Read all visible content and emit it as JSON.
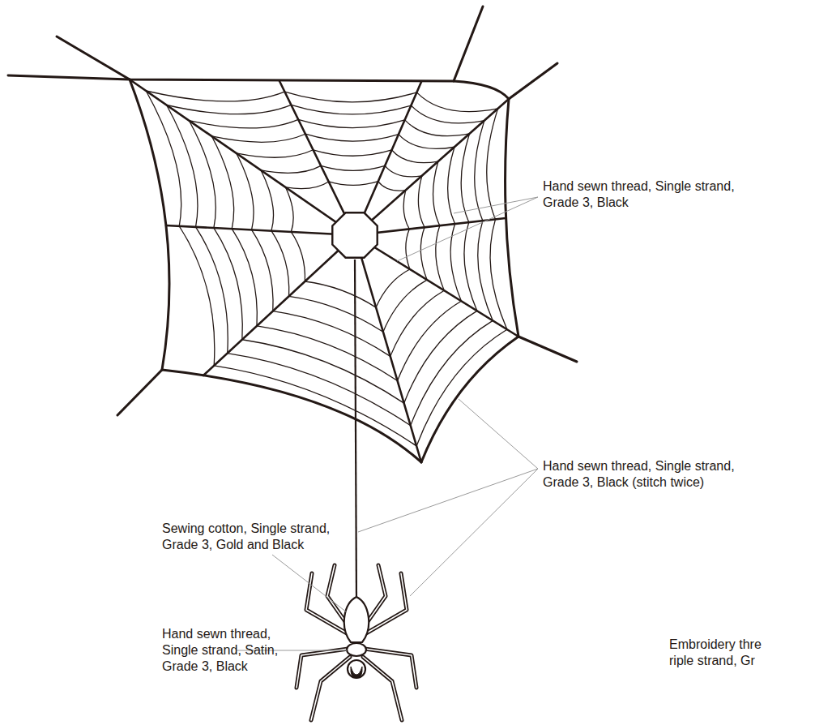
{
  "diagram": {
    "labels": [
      "Hand sewn thread, Single strand, Grade 3, Black",
      "Hand sewn thread, Single strand, Grade 3, Black (stitch twice)",
      "Sewing cotton, Single strand, Grade 3, Gold and Black",
      "Hand sewn thread, Single strand, Satin, Grade 3, Black",
      "Embroidery thre riple strand, Gr"
    ]
  }
}
